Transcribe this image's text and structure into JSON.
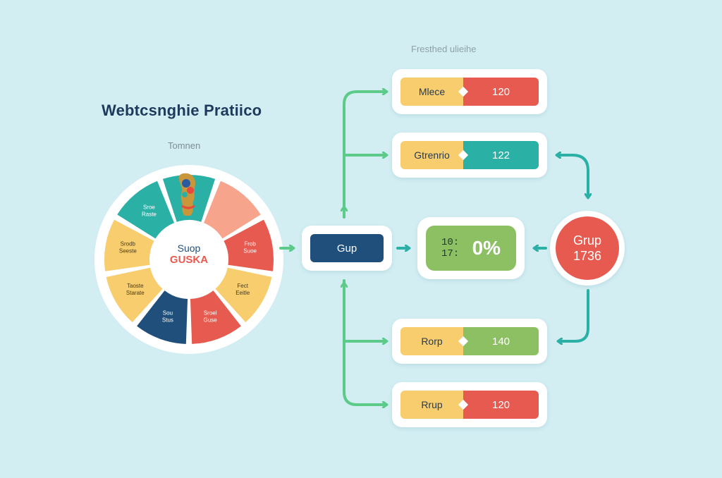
{
  "header": {
    "top_label": "Fresthed ulieihe",
    "title": "Webtcsnghie Pratiico",
    "subtitle": "Tomnen"
  },
  "wheel": {
    "center_line1": "Suop",
    "center_line2": "GUSKA",
    "logo": "trophy-logo",
    "segments": [
      {
        "label": "Sroe\nRaste",
        "color": "#2bb0a6"
      },
      {
        "label": "",
        "color": "#2bb0a6"
      },
      {
        "label": "",
        "color": "#f6a48c"
      },
      {
        "label": "Frob\nSuoe",
        "color": "#e65a4f"
      },
      {
        "label": "Fect\nEeitle",
        "color": "#f7cd6e"
      },
      {
        "label": "Sroel\nGuse",
        "color": "#e65a4f"
      },
      {
        "label": "Sou\nStus",
        "color": "#1f4f7a"
      },
      {
        "label": "Taoste\nStarate",
        "color": "#f7cd6e"
      },
      {
        "label": "Srodb\nSeeste",
        "color": "#f7cd6e"
      }
    ]
  },
  "group_node": {
    "label": "Gup"
  },
  "result_node": {
    "small_text": "10: \n17: ",
    "big_text": "0%"
  },
  "circle_node": {
    "line1": "Grup",
    "line2": "1736"
  },
  "cards": [
    {
      "label": "Mlece",
      "value": "120",
      "accent": "#e65a4f"
    },
    {
      "label": "Gtrenrio",
      "value": "122",
      "accent": "#2bb0a6"
    },
    {
      "label": "Rorp",
      "value": "140",
      "accent": "#8cc063"
    },
    {
      "label": "Rrup",
      "value": "120",
      "accent": "#e65a4f"
    }
  ],
  "colors": {
    "background": "#d2eef3",
    "arrow_green": "#5ccb8a",
    "arrow_teal": "#2bb0a6",
    "navy": "#1f4f7a",
    "yellow": "#f7cd6e",
    "red": "#e65a4f",
    "green": "#8cc063"
  }
}
